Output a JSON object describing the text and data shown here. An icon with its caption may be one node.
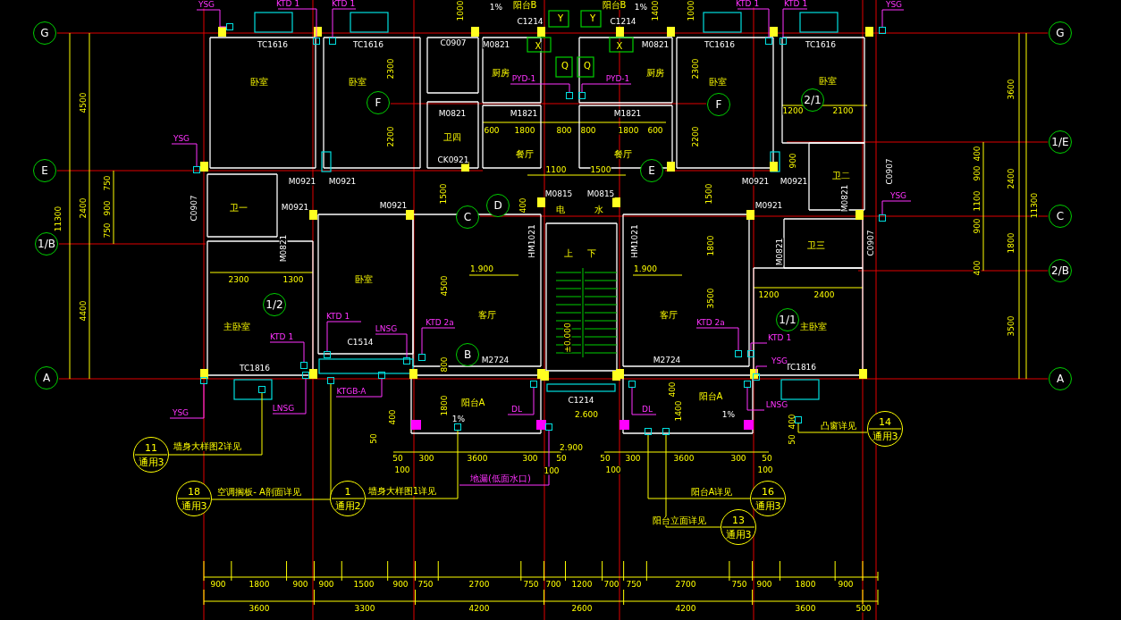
{
  "diagram": {
    "nodes": [
      {
        "text": [
          "G"
        ]
      },
      {
        "text": [
          "E"
        ]
      },
      {
        "text": [
          "1/B"
        ]
      },
      {
        "text": [
          "A"
        ]
      },
      {
        "text": [
          "F"
        ]
      },
      {
        "text": [
          "2/1"
        ]
      },
      {
        "text": [
          "F"
        ]
      },
      {
        "text": [
          "E"
        ]
      },
      {
        "text": [
          "D"
        ]
      },
      {
        "text": [
          "C"
        ]
      },
      {
        "text": [
          "1/2"
        ]
      },
      {
        "text": [
          "1/1"
        ]
      },
      {
        "text": [
          "B"
        ]
      },
      {
        "text": [
          "G"
        ]
      },
      {
        "text": [
          "1/E"
        ]
      },
      {
        "text": [
          "C"
        ]
      },
      {
        "text": [
          "2/B"
        ]
      },
      {
        "text": [
          "A"
        ]
      },
      {
        "text": [
          "YSG"
        ]
      },
      {
        "text": [
          "KTD 1"
        ]
      },
      {
        "text": [
          "KTD 1"
        ]
      },
      {
        "text": [
          "PYD-1"
        ]
      },
      {
        "text": [
          "PYD-1"
        ]
      },
      {
        "text": [
          "KTD 1"
        ]
      },
      {
        "text": [
          "KTD 1"
        ]
      },
      {
        "text": [
          "YSG"
        ]
      },
      {
        "text": [
          "YSG"
        ]
      },
      {
        "text": [
          "YSG"
        ]
      },
      {
        "text": [
          "KTD 1"
        ]
      },
      {
        "text": [
          "LNSG"
        ]
      },
      {
        "text": [
          "KTD 2a"
        ]
      },
      {
        "text": [
          "KTD 2a"
        ]
      },
      {
        "text": [
          "KTD 1"
        ]
      },
      {
        "text": [
          "KTD 1"
        ]
      },
      {
        "text": [
          "YSG"
        ]
      },
      {
        "text": [
          "KTGB-A"
        ]
      },
      {
        "text": [
          "LNSG"
        ]
      },
      {
        "text": [
          "LNSG"
        ]
      },
      {
        "text": [
          "YSG"
        ]
      },
      {
        "text": [
          "DL"
        ]
      },
      {
        "text": [
          "DL"
        ]
      },
      {
        "text": [
          "地漏(低面水口)"
        ]
      },
      {
        "text": [
          "11",
          "通用3"
        ],
        "beside": [
          "墙身大样图2详见"
        ]
      },
      {
        "text": [
          "18",
          "通用3"
        ],
        "beside": [
          "空调搁板- A剖面详见"
        ]
      },
      {
        "text": [
          "1",
          "通用2"
        ],
        "beside": [
          "墙身大样图1详见"
        ]
      },
      {
        "text": [
          "14",
          "通用3"
        ],
        "beside": [
          "凸窗详见"
        ]
      },
      {
        "text": [
          "16",
          "通用3"
        ],
        "beside": [
          "阳台A详见"
        ]
      },
      {
        "text": [
          "13",
          "通用3"
        ],
        "beside": [
          "阳台立面详见"
        ]
      },
      {
        "text": [],
        "shape": "box"
      },
      {
        "text": [],
        "shape": "box"
      },
      {
        "text": [],
        "shape": "box"
      },
      {
        "text": [],
        "shape": "box"
      },
      {
        "text": [],
        "shape": "box"
      },
      {
        "text": [],
        "shape": "box"
      },
      {
        "text": [],
        "shape": "box"
      },
      {
        "text": [],
        "shape": "box"
      },
      {
        "text": [],
        "shape": "box"
      },
      {
        "text": [],
        "shape": "box"
      },
      {
        "text": [],
        "shape": "box"
      },
      {
        "text": [],
        "shape": "box"
      },
      {
        "text": [],
        "shape": "box"
      },
      {
        "text": [],
        "shape": "box"
      },
      {
        "text": [],
        "shape": "box"
      },
      {
        "text": [],
        "shape": "box"
      },
      {
        "text": [],
        "shape": "box"
      },
      {
        "text": [],
        "shape": "box"
      },
      {
        "text": [],
        "shape": "box"
      },
      {
        "text": [],
        "shape": "box"
      },
      {
        "text": [],
        "shape": "box"
      },
      {
        "text": [],
        "shape": "box"
      },
      {
        "text": [],
        "shape": "box"
      },
      {
        "text": [],
        "shape": "box"
      },
      {
        "text": [],
        "shape": "box"
      },
      {
        "text": [],
        "shape": "box"
      },
      {
        "text": [],
        "shape": "box"
      },
      {
        "text": [],
        "shape": "box"
      },
      {
        "text": [],
        "shape": "box"
      },
      {
        "text": [],
        "shape": "box"
      }
    ],
    "edges": [
      {
        "from": 18,
        "to": 48,
        "arrow": "none"
      },
      {
        "from": 19,
        "to": 49,
        "arrow": "none"
      },
      {
        "from": 20,
        "to": 50,
        "arrow": "none"
      },
      {
        "from": 21,
        "to": 51,
        "arrow": "none"
      },
      {
        "from": 22,
        "to": 52,
        "arrow": "none"
      },
      {
        "from": 23,
        "to": 53,
        "arrow": "none"
      },
      {
        "from": 24,
        "to": 54,
        "arrow": "none"
      },
      {
        "from": 25,
        "to": 55,
        "arrow": "none"
      },
      {
        "from": 26,
        "to": 56,
        "arrow": "none"
      },
      {
        "from": 27,
        "to": 57,
        "arrow": "none"
      },
      {
        "from": 28,
        "to": 58,
        "arrow": "none"
      },
      {
        "from": 29,
        "to": 59,
        "arrow": "none"
      },
      {
        "from": 30,
        "to": 60,
        "arrow": "none"
      },
      {
        "from": 31,
        "to": 61,
        "arrow": "none"
      },
      {
        "from": 32,
        "to": 62,
        "arrow": "none"
      },
      {
        "from": 33,
        "to": 63,
        "arrow": "none"
      },
      {
        "from": 34,
        "to": 64,
        "arrow": "none"
      },
      {
        "from": 35,
        "to": 65,
        "arrow": "none"
      },
      {
        "from": 36,
        "to": 66,
        "arrow": "none"
      },
      {
        "from": 37,
        "to": 67,
        "arrow": "none"
      },
      {
        "from": 38,
        "to": 68,
        "arrow": "none"
      },
      {
        "from": 39,
        "to": 69,
        "arrow": "none"
      },
      {
        "from": 40,
        "to": 70,
        "arrow": "none"
      },
      {
        "from": 41,
        "to": 71,
        "arrow": "none"
      },
      {
        "from": 42,
        "to": 72,
        "arrow": "none",
        "color": "#ffff00"
      },
      {
        "from": 43,
        "to": 73,
        "arrow": "none",
        "color": "#ffff00"
      },
      {
        "from": 44,
        "to": 74,
        "arrow": "none",
        "color": "#ffff00"
      },
      {
        "from": 45,
        "to": 75,
        "arrow": "none",
        "color": "#ffff00"
      },
      {
        "from": 46,
        "to": 76,
        "arrow": "none",
        "color": "#ffff00"
      },
      {
        "from": 47,
        "to": 77,
        "arrow": "none",
        "color": "#ffff00"
      }
    ],
    "labels": [
      "1000",
      "1%",
      "阳台B",
      "C1214",
      "Y",
      "Y",
      "阳台B",
      "C1214",
      "1%",
      "1400",
      "1000",
      "TC1616",
      "TC1616",
      "C0907",
      "M0821",
      "X",
      "X",
      "M0821",
      "TC1616",
      "TC1616",
      "4500",
      "卧室",
      "卧室",
      "2300",
      "厨房",
      "Q",
      "Q",
      "厨房",
      "2300",
      "卧室",
      "卧室",
      "3600",
      "2200",
      "卫四",
      "M0821",
      "600",
      "M1821",
      "1800",
      "800",
      "800",
      "M1821",
      "1800",
      "600",
      "2200",
      "1200",
      "2100",
      "750",
      "M0921",
      "M0921",
      "CK0921",
      "餐厅",
      "1100",
      "1500",
      "餐厅",
      "M0921",
      "900",
      "M0921",
      "卫二",
      "C0907",
      "400",
      "900",
      "2400",
      "11300",
      "2400",
      "900",
      "C0907",
      "卫一",
      "M0921",
      "M0921",
      "1500",
      "400",
      "M0815",
      "电",
      "水",
      "M0815",
      "1500",
      "M0921",
      "M0821",
      "1100",
      "11300",
      "750",
      "M0821",
      "HM1021",
      "上",
      "下",
      "HM1021",
      "1800",
      "M0821",
      "卫三",
      "C0907",
      "900",
      "1800",
      "2300",
      "1300",
      "卧室",
      "4500",
      "1.900",
      "1.900",
      "3500",
      "1200",
      "2400",
      "400",
      "4400",
      "主卧室",
      "C1514",
      "客厅",
      "±0.000",
      "客厅",
      "主卧室",
      "3500",
      "TC1816",
      "800",
      "M2724",
      "M2724",
      "TC1816",
      "400",
      "1800",
      "1%",
      "阳台A",
      "C1214",
      "2.600",
      "400",
      "1400",
      "阳台A",
      "1%",
      "400",
      "50",
      "2.900",
      "50",
      "50",
      "300",
      "3600",
      "300",
      "50",
      "50",
      "300",
      "3600",
      "300",
      "50",
      "100",
      "100",
      "100",
      "100",
      "900",
      "1800",
      "900",
      "900",
      "1500",
      "900",
      "750",
      "2700",
      "750",
      "700",
      "1200",
      "700",
      "750",
      "2700",
      "750",
      "900",
      "1800",
      "900",
      "3600",
      "3300",
      "4200",
      "2600",
      "4200",
      "3600",
      "500"
    ]
  }
}
